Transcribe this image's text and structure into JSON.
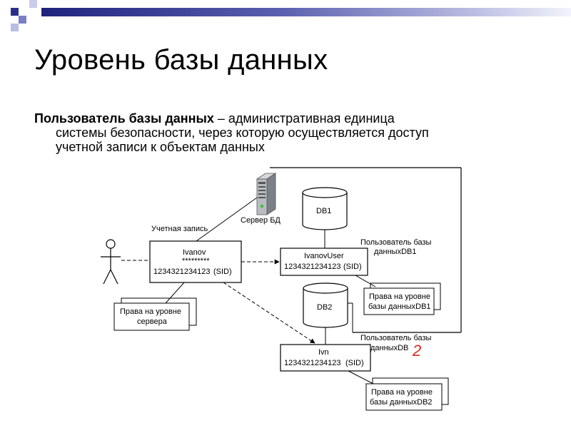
{
  "slide": {
    "title": "Уровень базы данных",
    "definition": {
      "term": "Пользователь базы данных",
      "line1_rest": " – административная единица",
      "line2": "системы безопасности,  через которую осуществляется доступ",
      "line3": "учетной записи к объектам данных"
    }
  },
  "diagram": {
    "server_label": "Сервер БД",
    "login_caption": "Учетная запись",
    "login_name": "Ivanov",
    "login_password": "*********",
    "login_sid": "1234321234123",
    "sid_suffix": "(SID)",
    "server_rights_line1": "Права на уровне",
    "server_rights_line2": "сервера",
    "db1_label": "DB1",
    "db2_label": "DB2",
    "db1_user_caption_line1": "Пользователь базы",
    "db1_user_caption_line2": "данныхDB1",
    "db1_user_name": "IvanovUser",
    "db1_user_sid": "1234321234123",
    "db1_rights_line1": "Права на уровне",
    "db1_rights_line2": "базы данныхDB1",
    "db2_user_caption_line1": "Пользователь базы",
    "db2_user_caption_line2": "данныхDB",
    "db2_user_name": "Ivn",
    "db2_user_sid": "1234321234123",
    "db2_rights_line1": "Права на уровне",
    "db2_rights_line2": "базы данныхDB2",
    "handwritten_mark": "2",
    "handwritten_color": "#e0261b",
    "line_color": "#000000",
    "server_color": "#9aa0a6"
  }
}
